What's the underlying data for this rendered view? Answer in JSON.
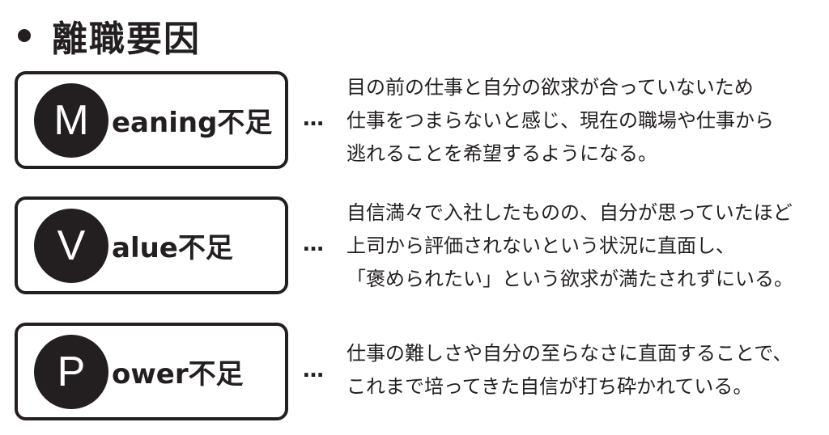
{
  "title": "離職要因",
  "items": [
    {
      "letter": "M",
      "rest": "eaning不足",
      "dots": "…",
      "lines": [
        "目の前の仕事と自分の欲求が合っていないため",
        "仕事をつまらないと感じ、現在の職場や仕事から",
        "逃れることを希望するようになる。"
      ]
    },
    {
      "letter": "V",
      "rest": "alue不足",
      "dots": "…",
      "lines": [
        "自信満々で入社したものの、自分が思っていたほど",
        "上司から評価されないという状況に直面し、",
        "「褒められたい」という欲求が満たされずにいる。"
      ]
    },
    {
      "letter": "P",
      "rest": "ower不足",
      "dots": "…",
      "lines": [
        "仕事の難しさや自分の至らなさに直面することで、",
        "これまで培ってきた自信が打ち砕かれている。"
      ]
    }
  ]
}
